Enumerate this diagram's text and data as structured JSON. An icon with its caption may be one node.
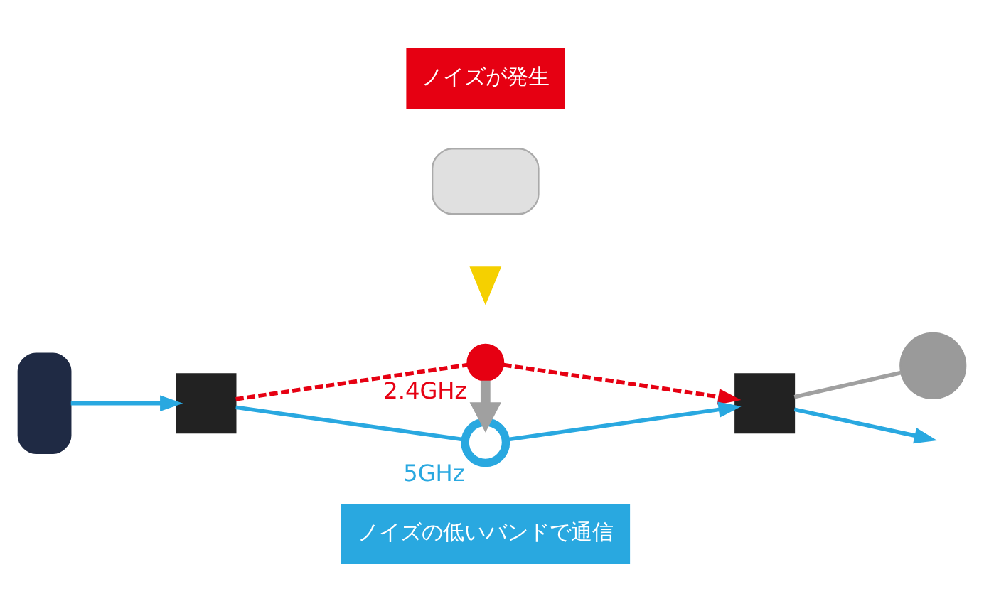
{
  "diagram": {
    "nodes": [
      {
        "text": [],
        "shape": "box"
      },
      {
        "text": [],
        "shape": "box"
      },
      {
        "text": [
          "ノイズが発生"
        ]
      },
      {
        "text": [],
        "shape": "box"
      },
      {
        "text": [],
        "shape": "picture"
      },
      {
        "text": [],
        "shape": "cross",
        "beside": [
          "2.4GHz"
        ]
      },
      {
        "text": [],
        "shape": "circle",
        "beside": [
          "5GHz"
        ]
      },
      {
        "text": [
          "ノイズの低いバンドで通信"
        ]
      },
      {
        "text": [],
        "shape": "box"
      },
      {
        "text": [],
        "shape": "circle"
      }
    ],
    "edges": [
      {
        "from": 0,
        "to": 1,
        "arrow": "to"
      },
      {
        "from": 1,
        "to": 5,
        "arrow": "none",
        "style": "dashed",
        "color": "#e60012"
      },
      {
        "from": 5,
        "to": 8,
        "arrow": "to",
        "style": "dashed",
        "color": "#e60012"
      },
      {
        "from": 5,
        "to": 6,
        "arrow": "to",
        "style": "thick",
        "color": "#a0a0a0"
      },
      {
        "from": 1,
        "to": 6,
        "arrow": "none"
      },
      {
        "from": 6,
        "to": 8,
        "arrow": "to"
      },
      {
        "from": 8,
        "to": 9,
        "arrow": "none",
        "color": "#a0a0a0"
      },
      {
        "from": 8,
        "to": null,
        "arrow": "to"
      }
    ]
  }
}
